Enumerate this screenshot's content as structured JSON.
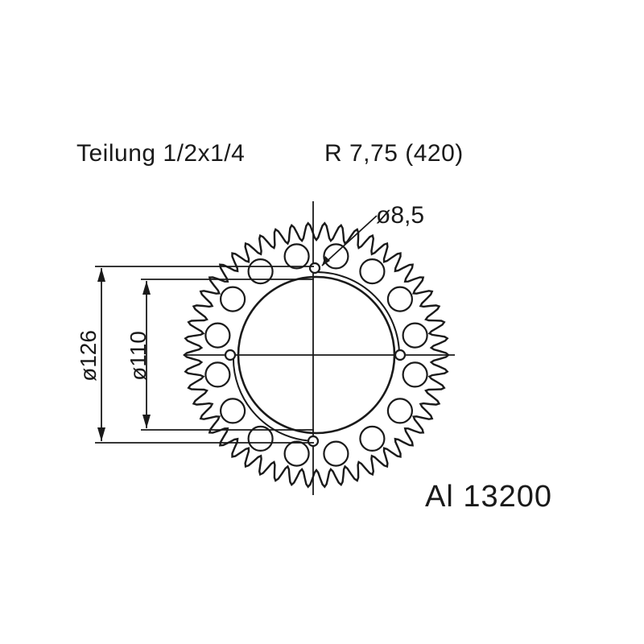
{
  "header": {
    "pitch_label": "Teilung 1/2x1/4",
    "roller_label": "R 7,75 (420)"
  },
  "dimensions": {
    "hole_diameter": "ø8,5",
    "bolt_circle_outer": "ø126",
    "bolt_circle_inner": "ø110"
  },
  "part": {
    "number": "Al 13200"
  },
  "drawing": {
    "teeth": 50,
    "lightening_holes": 16,
    "mounting_holes": 4
  },
  "colors": {
    "ink": "#1a1a1a",
    "background": "#ffffff"
  }
}
